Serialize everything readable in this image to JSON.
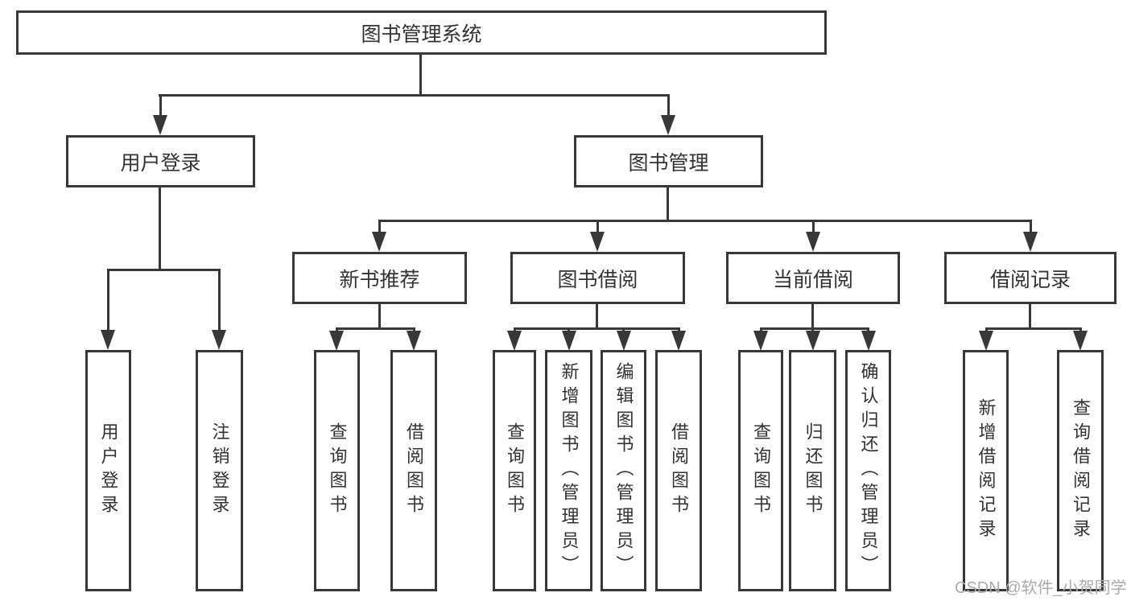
{
  "tree": {
    "root": {
      "label": "图书管理系统"
    },
    "branches": [
      {
        "label": "用户登录",
        "children": [
          {
            "label": "用户登录"
          },
          {
            "label": "注销登录"
          }
        ]
      },
      {
        "label": "图书管理",
        "children": [
          {
            "label": "新书推荐",
            "children": [
              {
                "label": "查询图书"
              },
              {
                "label": "借阅图书"
              }
            ]
          },
          {
            "label": "图书借阅",
            "children": [
              {
                "label": "查询图书"
              },
              {
                "label": "新增图书（管理员）"
              },
              {
                "label": "编辑图书（管理员）"
              },
              {
                "label": "借阅图书"
              }
            ]
          },
          {
            "label": "当前借阅",
            "children": [
              {
                "label": "查询图书"
              },
              {
                "label": "归还图书"
              },
              {
                "label": "确认归还（管理员）"
              }
            ]
          },
          {
            "label": "借阅记录",
            "children": [
              {
                "label": "新增借阅记录"
              },
              {
                "label": "查询借阅记录"
              }
            ]
          }
        ]
      }
    ]
  },
  "watermark": {
    "text": "CSDN @软件_小贺同学"
  },
  "colors": {
    "line": "#383838",
    "text": "#333333",
    "watermark": "#ababab",
    "background": "#ffffff"
  }
}
